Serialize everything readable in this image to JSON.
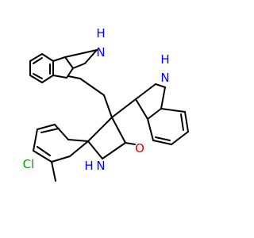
{
  "molecule": {
    "atoms": {
      "nh_top": "H",
      "n_top": "N",
      "nh_right": "H",
      "n_right": "N",
      "o": "O",
      "cl": "Cl",
      "n_bottom": "N",
      "nh_bottom": "H"
    },
    "colors": {
      "carbon_bond": "#000000",
      "nitrogen": "#0000ff",
      "oxygen": "#e00000",
      "chlorine": "#00a000"
    }
  }
}
